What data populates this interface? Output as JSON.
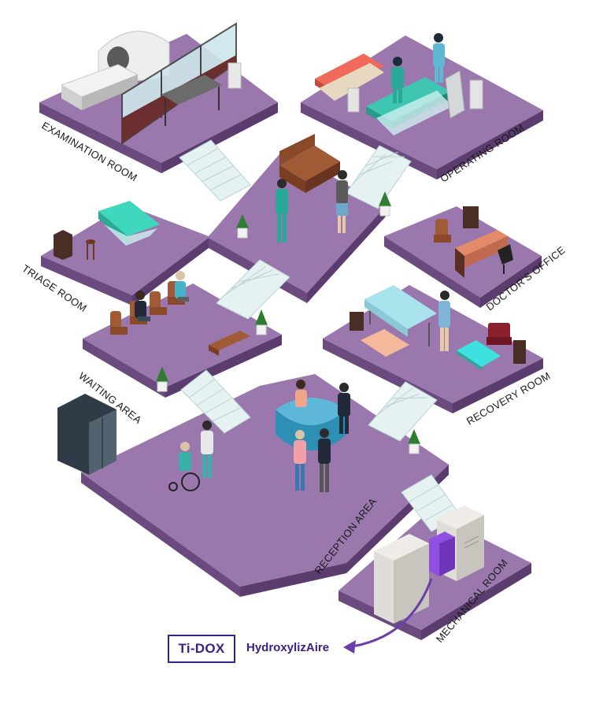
{
  "rooms": {
    "examination": "EXAMINATION ROOM",
    "operating": "OPERATING ROOM",
    "triage": "TRIAGE ROOM",
    "doctors_office": "DOCTOR'S OFFICE",
    "waiting": "WAITING AREA",
    "recovery": "RECOVERY ROOM",
    "reception": "RECEPTION AREA",
    "mechanical": "MECHANICAL ROOM"
  },
  "brand": {
    "name": "Ti-DOX",
    "product": "HydroxylizAire"
  },
  "colors": {
    "floor_top": "#9a78ad",
    "floor_side": "#6b4a80",
    "stairs": "#e6f1f1",
    "brand": "#3b1f86",
    "teal": "#3cc9b4"
  }
}
